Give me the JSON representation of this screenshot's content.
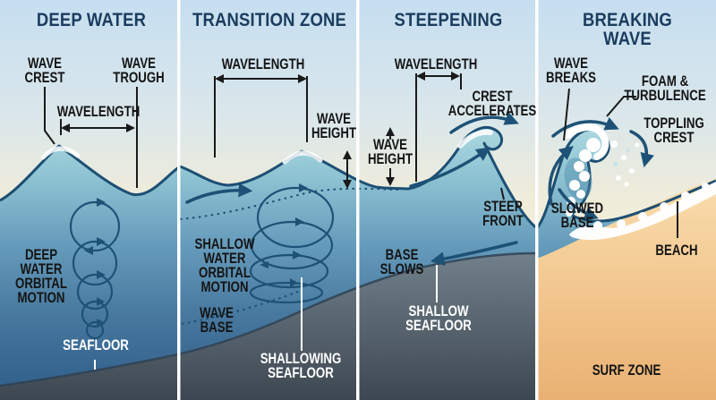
{
  "colors": {
    "header_text": "#1a3c5e",
    "label_dark": "#141414",
    "label_light": "#ffffff",
    "outline_navy": "#1d4f73",
    "arrow_blue": "#1d5276",
    "sky_top": "#c6def0",
    "sky_horizon": "#f8f1dd",
    "water_light": "#abd8df",
    "water_deep": "#2e5c88",
    "seafloor_gray": "#4a5560",
    "sand": "#f2c78f",
    "divider": "#ffffff"
  },
  "panels": {
    "deep_water": {
      "header": "DEEP WATER",
      "labels": {
        "wave_crest": "WAVE\nCREST",
        "wave_trough": "WAVE\nTROUGH",
        "wavelength": "WAVELENGTH",
        "orbital_motion": "DEEP\nWATER\nORBITAL\nMOTION",
        "seafloor": "SEAFLOOR"
      }
    },
    "transition_zone": {
      "header": "TRANSITION ZONE",
      "labels": {
        "wavelength": "WAVELENGTH",
        "wave_height": "WAVE\nHEIGHT",
        "orbital_motion": "SHALLOW\nWATER\nORBITAL\nMOTION",
        "wave_base": "WAVE\nBASE",
        "shallowing_seafloor": "SHALLOWING\nSEAFLOOR"
      }
    },
    "steepening": {
      "header": "STEEPENING",
      "labels": {
        "wavelength": "WAVELENGTH",
        "crest_accelerates": "CREST\nACCELERATES",
        "wave_height": "WAVE\nHEIGHT",
        "steep_front": "STEEP\nFRONT",
        "base_slows": "BASE\nSLOWS",
        "shallow_seafloor": "SHALLOW\nSEAFLOOR"
      }
    },
    "breaking_wave": {
      "header": "BREAKING WAVE",
      "labels": {
        "wave_breaks": "WAVE\nBREAKS",
        "foam_turbulence": "FOAM &\nTURBULENCE",
        "toppling_crest": "TOPPLING\nCREST",
        "slowed_base": "SLOWED\nBASE",
        "beach": "BEACH",
        "surf_zone": "SURF ZONE"
      }
    }
  }
}
